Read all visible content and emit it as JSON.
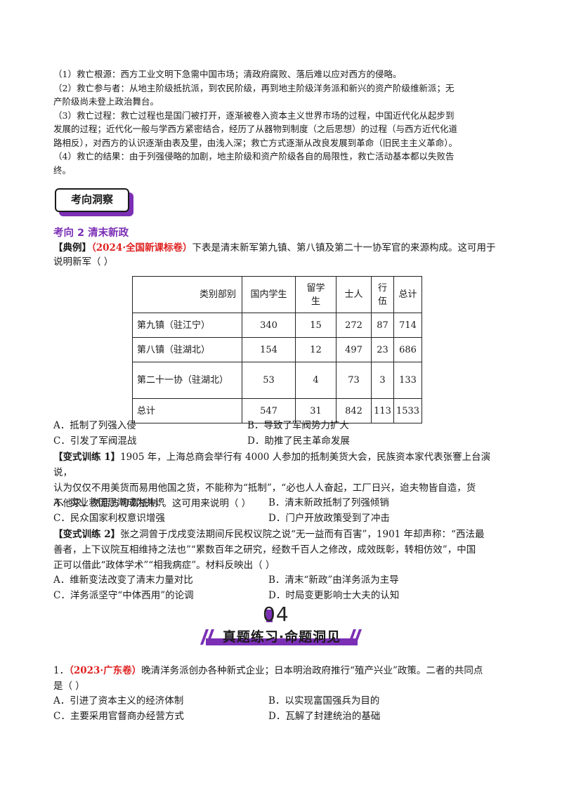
{
  "intro": {
    "lines": [
      "（1）救亡根源：西方工业文明下急需中国市场；清政府腐败、落后难以应对西方的侵略。",
      "（2）救亡参与者：从地主阶级抵抗派，到农民阶级，再到地主阶级洋务派和新兴的资产阶级维新派；无",
      "产阶级尚未登上政治舞台。",
      "（3）救亡过程：救亡过程也是国门被打开，逐渐被卷入资本主义世界市场的过程，中国近代化从起步到",
      "发展的过程；近代化一般与学西方紧密结合，经历了从器物到制度（之后思想）的过程（与西方近代化道",
      "路相反），对西方的认识逐渐由表及里，由浅入深；救亡方式逐渐从改良发展到革命（旧民主主义革命）。",
      "（4）救亡的结果：由于列强侵略的加剧，地主阶级和资产阶级各自的局限性，救亡活动基本都以失败告",
      "终。"
    ]
  },
  "badge": {
    "label": "考向洞察",
    "accent": "#7b2fb5"
  },
  "section": {
    "title": "考向 2 清末新政"
  },
  "example": {
    "tag": "【典例】",
    "source": "（2024·全国新课标卷）",
    "stem_line1": "下表是清末新军第九镇、第八镇及第二十一协军官的来源构成。这可用于",
    "stem_line2": "说明新军（      ）",
    "table": {
      "headers": [
        "类别部别",
        "国内学生",
        "留学生",
        "士人",
        "行伍",
        "总计"
      ],
      "rows": [
        [
          "第九镇（驻江宁）",
          "340",
          "15",
          "272",
          "87",
          "714"
        ],
        [
          "第八镇（驻湖北）",
          "154",
          "12",
          "497",
          "23",
          "686"
        ],
        [
          "第二十一协（驻湖北）",
          "53",
          "4",
          "73",
          "3",
          "133"
        ],
        [
          "总计",
          "547",
          "31",
          "842",
          "113",
          "1533"
        ]
      ]
    },
    "options": {
      "A": "A．抵制了列强入侵",
      "B": "B．导致了军阀势力扩大",
      "C": "C．引发了军阀混战",
      "D": "D．助推了民主革命发展"
    }
  },
  "drill1": {
    "tag": "【变式训练 1】",
    "lines": [
      "1905 年，上海总商会举行有 4000 人参加的抵制美货大会，民族资本家代表张謇上台演说，",
      "认为仅仅不用美货而易用他国之货，不能称为“抵制”，“必也人人奋起，工厂日兴，迨夫物皆自造，货",
      "不他求，然后方可谓抵制”。这可用来说明（          ）"
    ],
    "options": {
      "A": "A．实业救国思潮成为共识",
      "B": "B．清末新政抵制了列强倾销",
      "C": "C．民众国家利权意识增强",
      "D": "D．门户开放政策受到了冲击"
    }
  },
  "drill2": {
    "tag": "【变式训练 2】",
    "lines": [
      "张之洞曾于戊戌变法期间斥民权议院之说“无一益而有百害”，1901 年却声称：“西法最",
      "善者，上下议院互相维持之法也”“累数百年之研究，经数千百人之修改，成效既彰，转相仿效”，中国",
      "正可以借此“政体学术”“相我病症”。材料反映出（          ）"
    ],
    "options": {
      "A": "A．维新变法改变了清末力量对比",
      "B": "B．清末“新政”由洋务派为主导",
      "C": "C．洋务派坚守“中体西用”的论调",
      "D": "D．时局变更影响士大夫的认知"
    }
  },
  "part04": {
    "number": "04",
    "title": "真题练习·命题洞见"
  },
  "q1": {
    "num": "1．",
    "source": "（2023·广东卷）",
    "stem_line1": "晚清洋务派创办各种新式企业；日本明治政府推行“殖产兴业”政策。二者的共同点",
    "stem_line2": "是（      ）",
    "options": {
      "A": "A．引进了资本主义的经济体制",
      "B": "B．以实现富国强兵为目的",
      "C": "C．主要采用官督商办经营方式",
      "D": "D．瓦解了封建统治的基础"
    }
  }
}
